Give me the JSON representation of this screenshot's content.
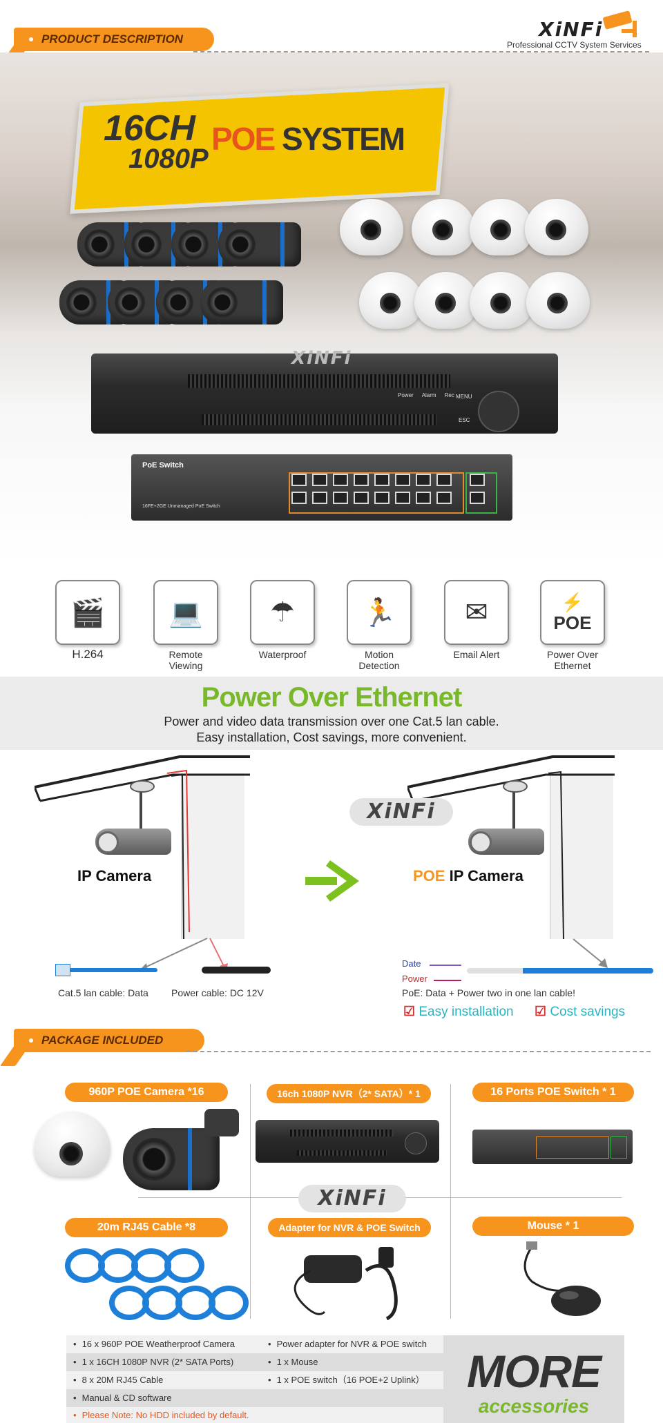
{
  "header": {
    "section_title": "PRODUCT DESCRIPTION",
    "brand": "XiNFi",
    "tagline": "Professional CCTV System Services"
  },
  "hero": {
    "title_line1": "16CH",
    "title_line2": "1080P",
    "title_poe": "POE",
    "title_system": "SYSTEM",
    "nvr_logo": "XiNFi",
    "nvr_leds": [
      "Power",
      "Alarm",
      "Rec"
    ],
    "nvr_buttons": [
      "MENU",
      "ESC"
    ],
    "switch_label": "PoE Switch",
    "switch_sub": "16FE+2GE Unmanaged PoE Switch"
  },
  "features": [
    {
      "icon": "clapperboard-icon",
      "glyph": "🎬",
      "label": "H.264"
    },
    {
      "icon": "devices-icon",
      "glyph": "💻",
      "label": "Remote\nViewing"
    },
    {
      "icon": "umbrella-icon",
      "glyph": "☂",
      "label": "Waterproof"
    },
    {
      "icon": "motion-icon",
      "glyph": "🏃",
      "label": "Motion\nDetection"
    },
    {
      "icon": "email-alert-icon",
      "glyph": "✉",
      "label": "Email Alert"
    },
    {
      "icon": "poe-icon",
      "glyph": "⚡",
      "label": "Power Over Ethernet"
    }
  ],
  "poe_band": {
    "title": "Power Over Ethernet",
    "line1": "Power and video data transmission over one Cat.5 lan cable.",
    "line2": "Easy installation, Cost savings, more convenient."
  },
  "diagram_left": {
    "camera_label": "IP Camera",
    "cable1": "Cat.5 lan cable: Data",
    "cable2": "Power cable: DC 12V"
  },
  "diagram_right": {
    "watermark": "XiNFi",
    "camera_poe": "POE",
    "camera_label": "IP Camera",
    "legend_data": "Date",
    "legend_power": "Power",
    "note": "PoE: Data + Power two in one lan cable!",
    "benefit1": "Easy installation",
    "benefit2": "Cost savings"
  },
  "package": {
    "section_title": "PACKAGE INCLUDED",
    "watermark": "XiNFi",
    "items": [
      {
        "label": "960P POE Camera *16"
      },
      {
        "label": "16ch 1080P NVR（2* SATA）* 1"
      },
      {
        "label": "16 Ports POE Switch * 1"
      },
      {
        "label": "20m RJ45 Cable *8"
      },
      {
        "label": "Adapter for NVR & POE Switch"
      },
      {
        "label": "Mouse * 1"
      }
    ],
    "list_left": [
      "16 x 960P POE Weatherproof Camera",
      "1 x 16CH 1080P NVR (2* SATA Ports)",
      "8 x 20M RJ45 Cable",
      "Manual & CD software"
    ],
    "list_right": [
      "Power adapter for NVR & POE switch",
      "1 x Mouse",
      "1 x POE switch（16 POE+2 Uplink）"
    ],
    "note": "Please Note:  No HDD included by default.",
    "more": "MORE",
    "accessories": "accessories"
  },
  "colors": {
    "accent": "#f7941d",
    "green": "#78b82a",
    "blue": "#1e7fd8",
    "teal": "#2bb3c0"
  }
}
